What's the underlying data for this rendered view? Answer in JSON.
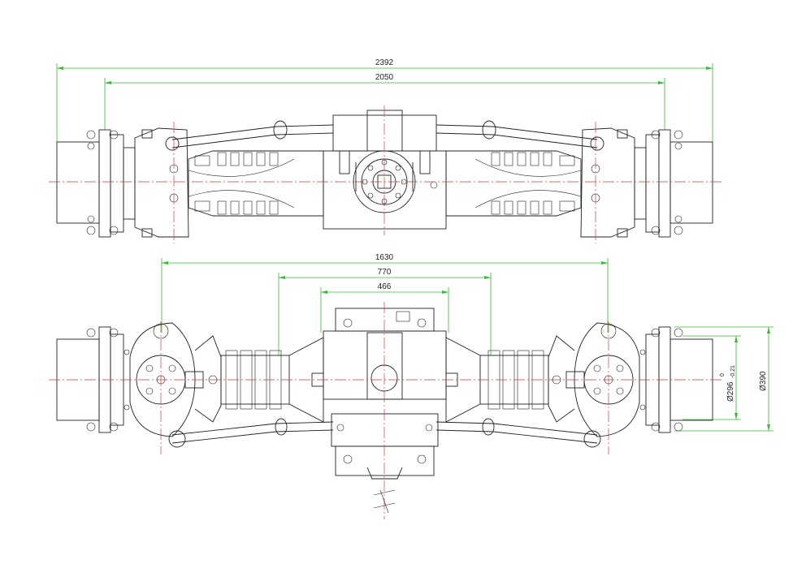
{
  "colors": {
    "outline": "#222222",
    "dimension": "#2fbf2f",
    "centerline": "#d43a3a",
    "background": "#ffffff"
  },
  "top_view": {
    "dimensions": {
      "overall_width": "2392",
      "flange_span": "2050"
    }
  },
  "front_view": {
    "dimensions": {
      "kingpin_span": "1630",
      "spring_seat_span": "770",
      "frame_span": "466",
      "flange_diameter": "Ø296",
      "flange_tolerance_upper": "0",
      "flange_tolerance_lower": "-0.21",
      "outer_diameter": "Ø390"
    }
  }
}
